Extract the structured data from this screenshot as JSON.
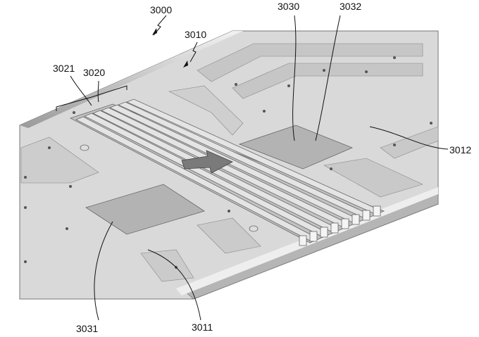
{
  "figure": {
    "labels": {
      "assembly": "3000",
      "base_plate": "3010",
      "connector_pin": "3021",
      "connector": "3020",
      "module": "3030",
      "module_pad_upper": "3032",
      "plate_region_right": "3012",
      "module_pad_lower": "3031",
      "plate_region_left": "3011"
    }
  }
}
